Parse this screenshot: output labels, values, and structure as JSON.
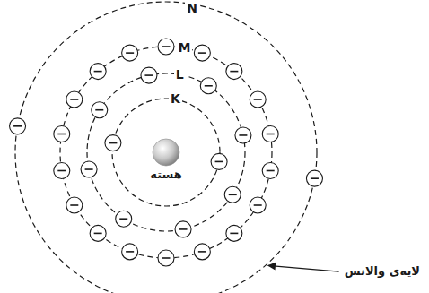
{
  "diagram": {
    "labels": [
      "N",
      "M",
      "L",
      "K",
      "هسته",
      "لایه‌ی والانس"
    ]
  }
}
